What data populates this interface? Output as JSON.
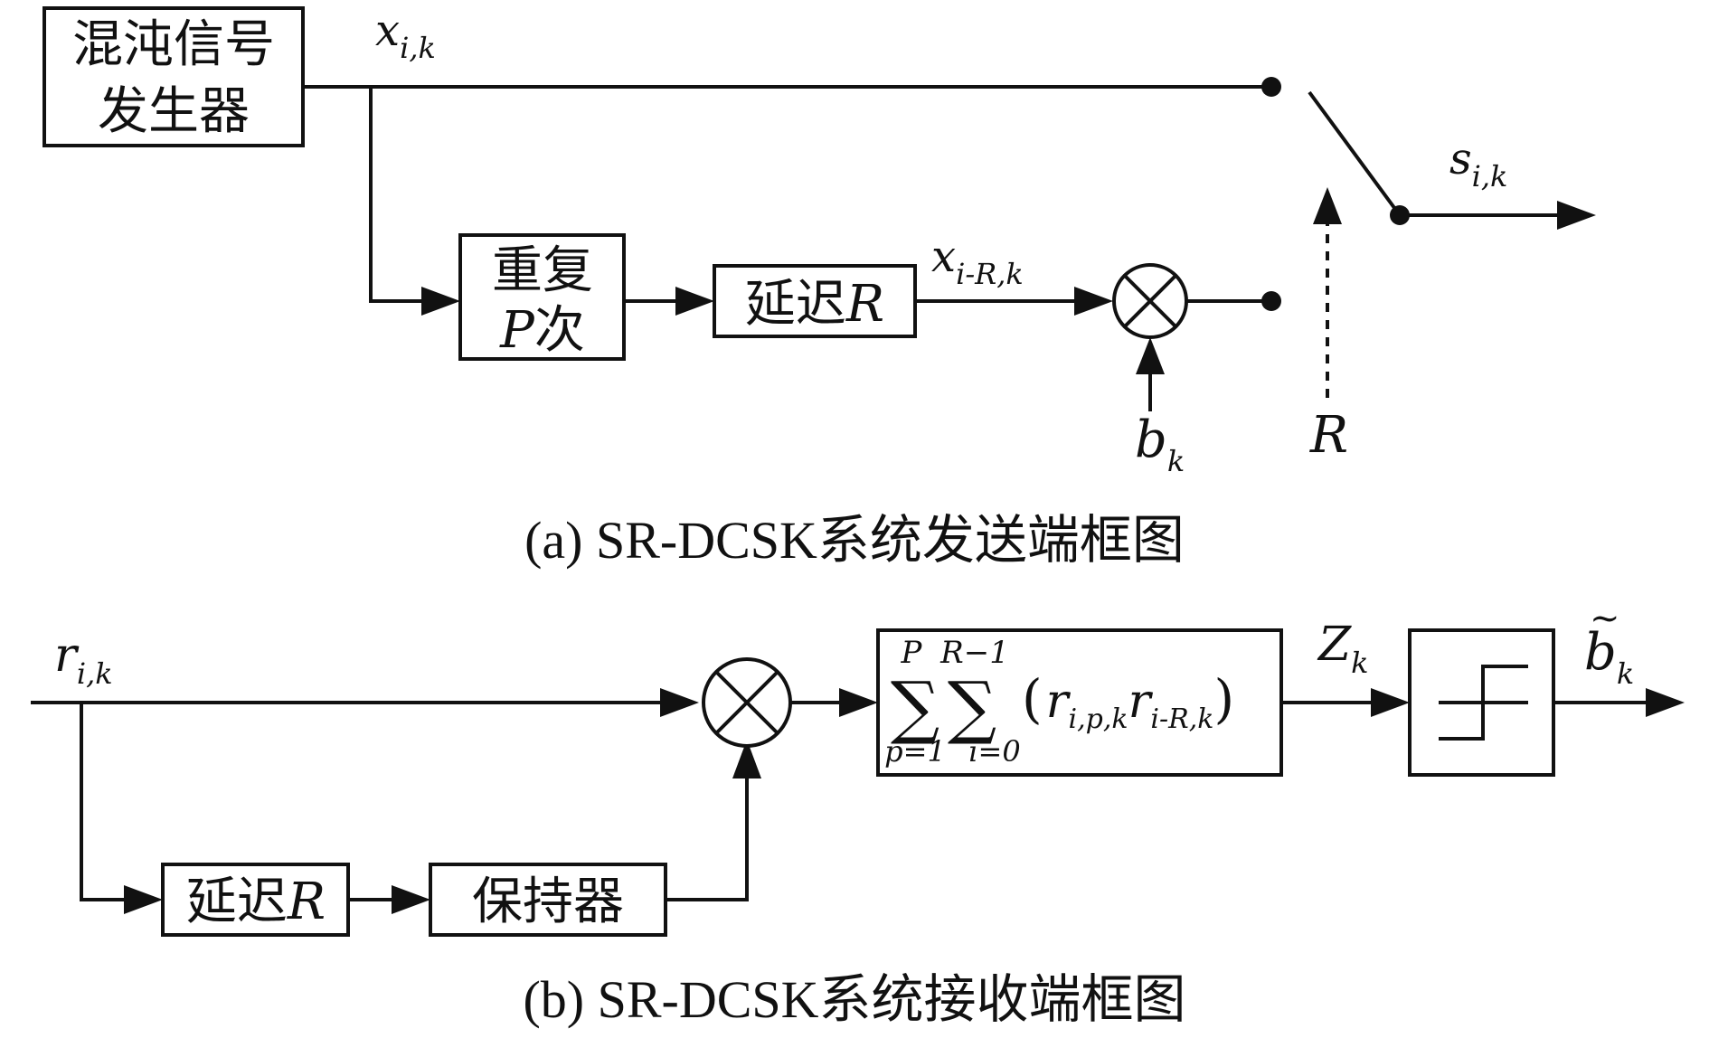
{
  "transmitter": {
    "caption": "(a) SR-DCSK系统发送端框图",
    "chaos_generator": {
      "line1": "混沌信号",
      "line2": "发生器"
    },
    "repeat_block": {
      "line1": "重复",
      "line2_var": "P",
      "line2_text": "次"
    },
    "delay_block": {
      "text": "延迟",
      "var": "R"
    },
    "signals": {
      "x": {
        "base": "x",
        "sub": "i,k"
      },
      "x_delayed": {
        "base": "x",
        "sub": "i-R,k"
      },
      "s": {
        "base": "s",
        "sub": "i,k"
      },
      "b": {
        "base": "b",
        "sub": "k"
      },
      "switch_ctrl": "R"
    }
  },
  "receiver": {
    "caption": "(b) SR-DCSK系统接收端框图",
    "input": {
      "base": "r",
      "sub": "i,k"
    },
    "delay_block": {
      "text": "延迟",
      "var": "R"
    },
    "hold_block": {
      "text": "保持器"
    },
    "sum_block": {
      "upper1": "P",
      "upper2": "R−1",
      "lower1": "p=1",
      "lower2": "i=0",
      "lparen": "(",
      "rparen": ")",
      "term1_base": "r",
      "term1_sub": "i,p,k",
      "term2_base": "r",
      "term2_sub": "i-R,k"
    },
    "z": {
      "base": "Z",
      "sub": "k"
    },
    "b_hat": {
      "base": "b",
      "sub": "k",
      "accent": "~"
    }
  },
  "colors": {
    "stroke": "#111111",
    "background": "#ffffff"
  }
}
